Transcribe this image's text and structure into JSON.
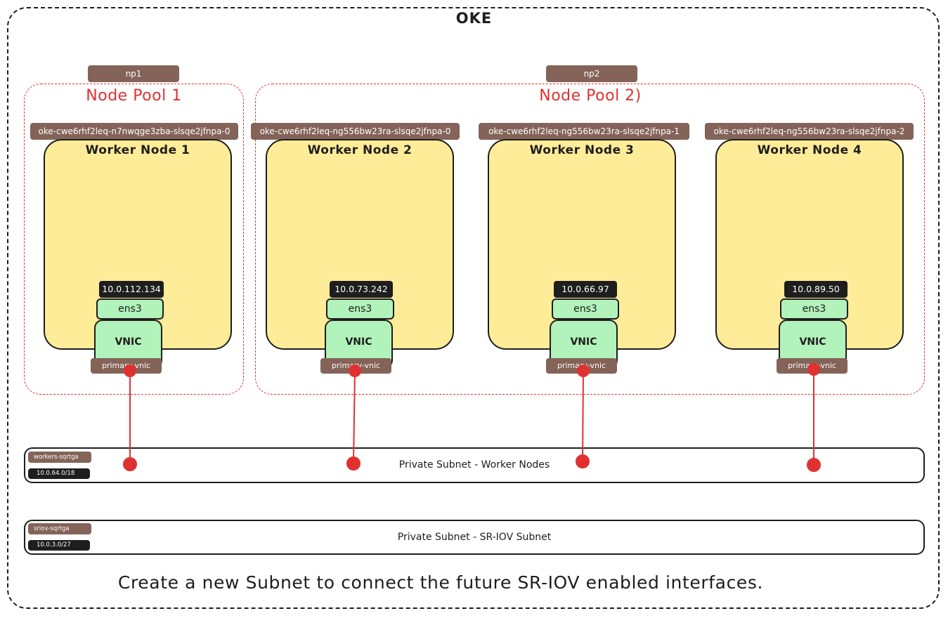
{
  "cluster": {
    "title": "OKE"
  },
  "pools": [
    {
      "tag": "np1",
      "title": "Node Pool 1"
    },
    {
      "tag": "np2",
      "title": "Node Pool 2)"
    }
  ],
  "nodes": [
    {
      "host": "oke-cwe6rhf2leq-n7nwqge3zba-slsqe2jfnpa-0",
      "title": "Worker Node 1",
      "ip": "10.0.112.134",
      "iface": "ens3",
      "vnic": "VNIC",
      "vnic_tag": "primary-vnic"
    },
    {
      "host": "oke-cwe6rhf2leq-ng556bw23ra-slsqe2jfnpa-0",
      "title": "Worker Node 2",
      "ip": "10.0.73.242",
      "iface": "ens3",
      "vnic": "VNIC",
      "vnic_tag": "primary-vnic"
    },
    {
      "host": "oke-cwe6rhf2leq-ng556bw23ra-slsqe2jfnpa-1",
      "title": "Worker Node 3",
      "ip": "10.0.66.97",
      "iface": "ens3",
      "vnic": "VNIC",
      "vnic_tag": "primary-vnic"
    },
    {
      "host": "oke-cwe6rhf2leq-ng556bw23ra-slsqe2jfnpa-2",
      "title": "Worker Node 4",
      "ip": "10.0.89.50",
      "iface": "ens3",
      "vnic": "VNIC",
      "vnic_tag": "primary-vnic"
    }
  ],
  "subnets": [
    {
      "name": "workers-sqrtga",
      "cidr": "10.0.64.0/18",
      "label": "Private Subnet - Worker Nodes"
    },
    {
      "name": "sriov-sqrtga",
      "cidr": "10.0.3.0/27",
      "label": "Private Subnet - SR-IOV Subnet"
    }
  ],
  "caption": "Create a new Subnet to connect the future SR-IOV enabled interfaces.",
  "colors": {
    "link": "#e03131",
    "node": "#ffec99",
    "vnic": "#b2f2bb",
    "tag": "#846358",
    "dark": "#1e1e1e"
  }
}
